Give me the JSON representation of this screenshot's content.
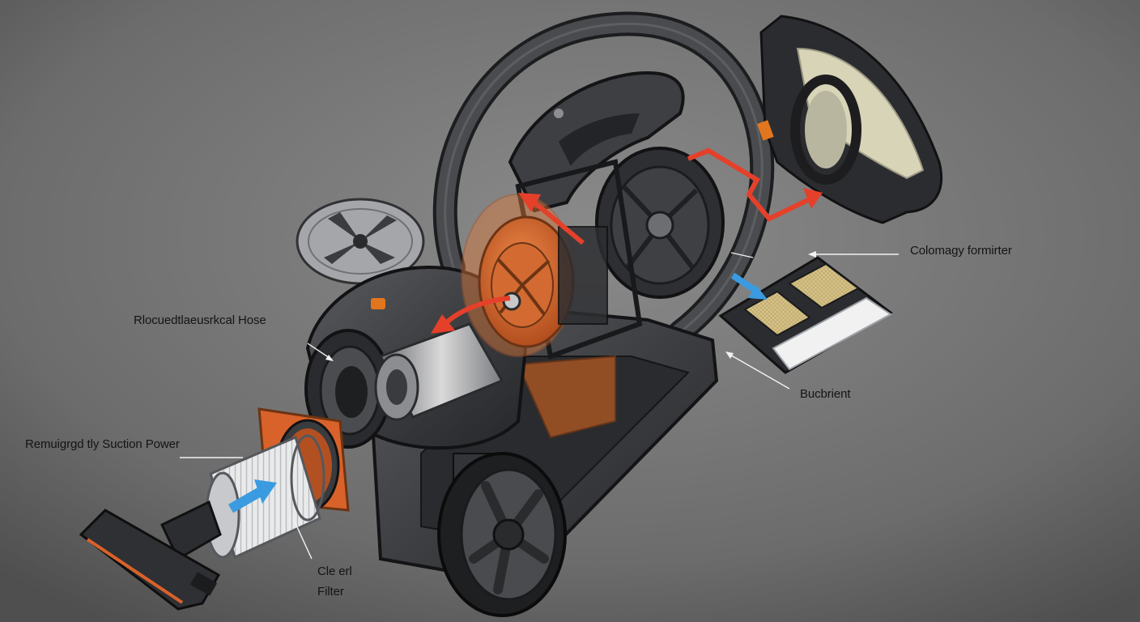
{
  "labels": {
    "hose": "Rlocuedtlaeusrkcal Hose",
    "suction": "Remuigrgd tly Suction Power",
    "filter_line1": "Cle erl",
    "filter_line2": "Filter",
    "upper_right": "Colomagy formirter",
    "lower_right": "Bucbrient"
  },
  "colors": {
    "background_center": "#8a8a8a",
    "background_edge": "#4f4f4f",
    "body_dark": "#3a3b3e",
    "body_edge": "#1b1b1d",
    "accent_orange": "#d8622a",
    "airflow_red": "#e5402a",
    "airflow_blue": "#3a9be0",
    "filter_pad": "#d6c28a"
  }
}
